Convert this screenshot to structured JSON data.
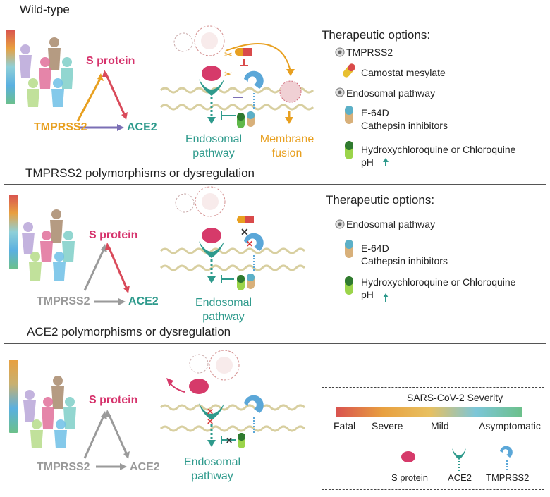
{
  "panels": {
    "p1": {
      "title": "Wild-type",
      "s_protein": "S protein",
      "tmprss2": "TMPRSS2",
      "ace2": "ACE2",
      "endosomal": [
        "Endosomal",
        "pathway"
      ],
      "membrane": [
        "Membrane",
        "fusion"
      ],
      "therapy": {
        "heading": "Therapeutic options:",
        "items": [
          "TMPRSS2",
          "Camostat mesylate",
          "Endosomal pathway",
          "E-64D",
          "Cathepsin inhibitors",
          "Hydroxychloroquine or Chloroquine",
          "pH"
        ]
      }
    },
    "p2": {
      "title": "TMPRSS2 polymorphisms or dysregulation",
      "s_protein": "S protein",
      "tmprss2": "TMPRSS2",
      "ace2": "ACE2",
      "endosomal": [
        "Endosomal",
        "pathway"
      ],
      "therapy": {
        "heading": "Therapeutic options:",
        "items": [
          "Endosomal pathway",
          "E-64D",
          "Cathepsin inhibitors",
          "Hydroxychloroquine or Chloroquine",
          "pH"
        ]
      }
    },
    "p3": {
      "title": "ACE2 polymorphisms or dysregulation",
      "s_protein": "S protein",
      "tmprss2": "TMPRSS2",
      "ace2": "ACE2",
      "endosomal": [
        "Endosomal",
        "pathway"
      ]
    }
  },
  "legend": {
    "title": "SARS-CoV-2 Severity",
    "scale": [
      "Fatal",
      "Severe",
      "Mild",
      "Asymptomatic"
    ],
    "icons": [
      "S protein",
      "ACE2",
      "TMPRSS2"
    ]
  },
  "colors": {
    "s_protein": "#d6336c",
    "ace2": "#2e9a8c",
    "tmprss2": "#e8a020",
    "tmprss2_blue": "#5ba7d8",
    "arrow_purple": "#7b6fb5",
    "gray": "#9a9a9a",
    "membrane": "#d8cfa0"
  }
}
